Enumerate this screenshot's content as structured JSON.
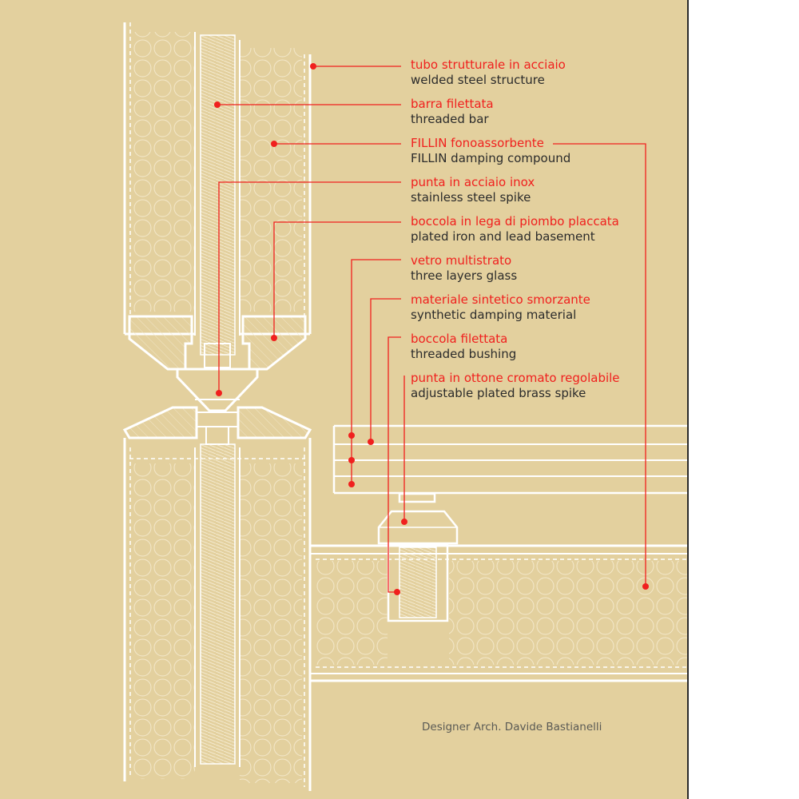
{
  "labels": [
    {
      "it": "tubo strutturale in acciaio",
      "en": "welded steel structure"
    },
    {
      "it": "barra filettata",
      "en": "threaded bar"
    },
    {
      "it": "FILLIN fonoassorbente",
      "en": "FILLIN damping compound"
    },
    {
      "it": "punta in acciaio inox",
      "en": "stainless steel spike"
    },
    {
      "it": "boccola in lega di piombo placcata",
      "en": "plated iron and lead basement"
    },
    {
      "it": "vetro multistrato",
      "en": "three layers glass"
    },
    {
      "it": "materiale sintetico smorzante",
      "en": "synthetic damping material"
    },
    {
      "it": "boccola filettata",
      "en": "threaded bushing"
    },
    {
      "it": "punta in ottone cromato regolabile",
      "en": "adjustable plated brass spike"
    }
  ],
  "credit": "Designer Arch. Davide Bastianelli",
  "colors": {
    "background": "#e3d09e",
    "line": "#ffffff",
    "accent": "#f0201e",
    "text": "#2b2b2b",
    "credit": "#5a5a55"
  }
}
